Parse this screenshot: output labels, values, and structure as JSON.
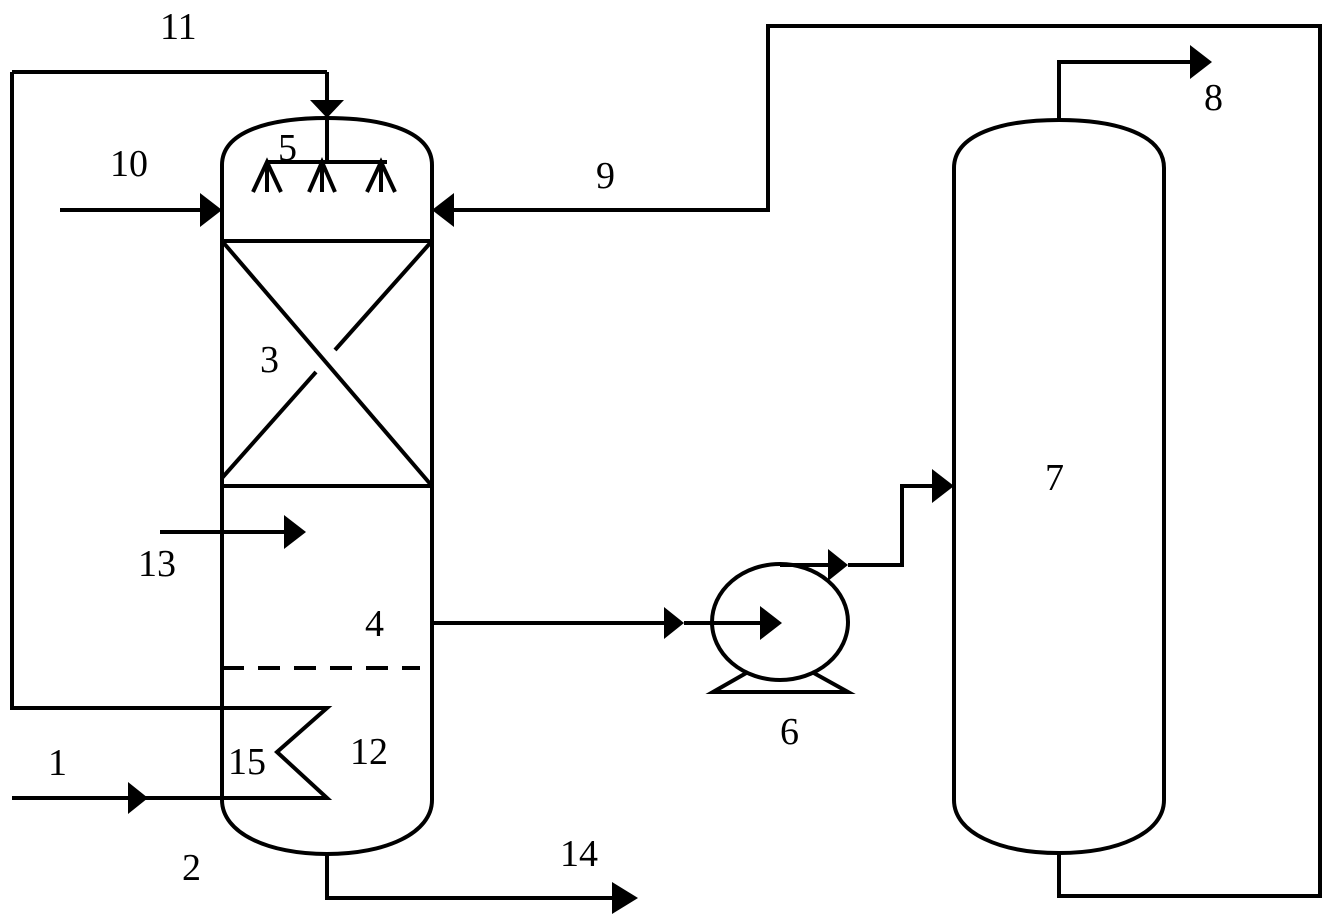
{
  "labels": {
    "l1": "1",
    "l2": "2",
    "l3": "3",
    "l4": "4",
    "l5": "5",
    "l6": "6",
    "l7": "7",
    "l8": "8",
    "l9": "9",
    "l10": "10",
    "l11": "11",
    "l12": "12",
    "l13": "13",
    "l14": "14",
    "l15": "15"
  },
  "colors": {
    "line": "#000000",
    "background": "#ffffff"
  }
}
